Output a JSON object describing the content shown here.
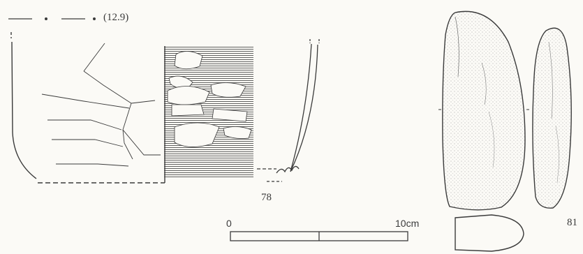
{
  "drawing": {
    "pottery_rim_diameter": "(12.9)",
    "pottery_number": "78",
    "stone_number": "81",
    "scale_start": "0",
    "scale_end": "10cm"
  },
  "colors": {
    "ink": "#3a3a3a",
    "paper": "#fbfaf6",
    "stipple": "#9a9a9a"
  }
}
